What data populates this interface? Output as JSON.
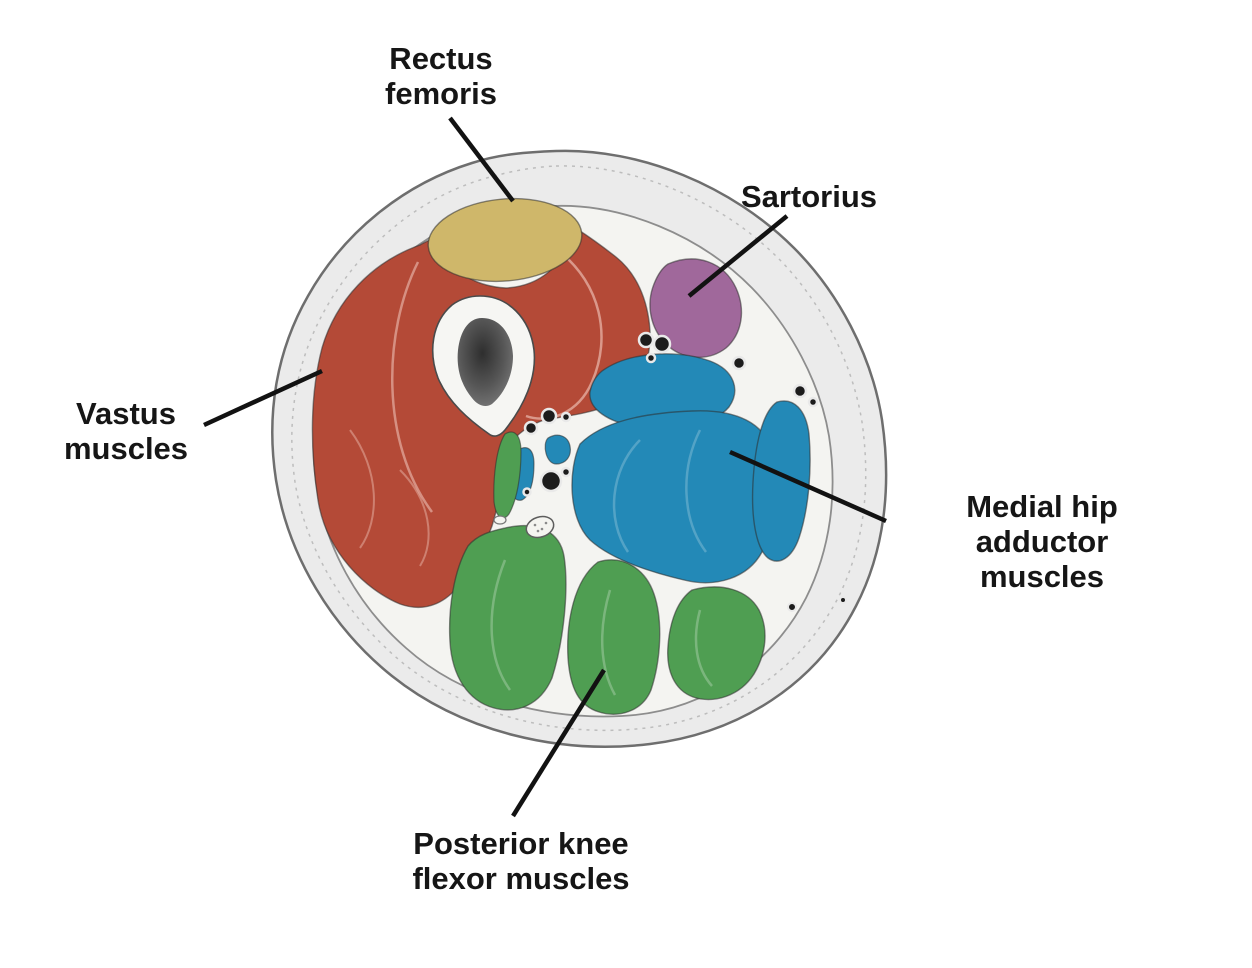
{
  "labels": {
    "rectus_femoris": {
      "text": "Rectus\nfemoris"
    },
    "sartorius": {
      "text": "Sartorius"
    },
    "vastus": {
      "text": "Vastus\nmuscles"
    },
    "medial_adductors": {
      "text": "Medial hip\nadductor muscles"
    },
    "posterior_flexors": {
      "text": "Posterior knee\nflexor muscles"
    }
  },
  "colors": {
    "vastus": "#b44a37",
    "rectus_femoris": "#cfb76a",
    "sartorius": "#a0689b",
    "adductors": "#2389b7",
    "flexors": "#4f9e52",
    "skin_ring": "#ebebeb",
    "fascia": "#f4f4f1",
    "bone_cortex": "#f6f6f3",
    "bone_marrow": "#555555",
    "outline": "#6e6e6e",
    "vessel": "#1c1c1c",
    "leader_line": "#121212",
    "label_text": "#161616"
  }
}
